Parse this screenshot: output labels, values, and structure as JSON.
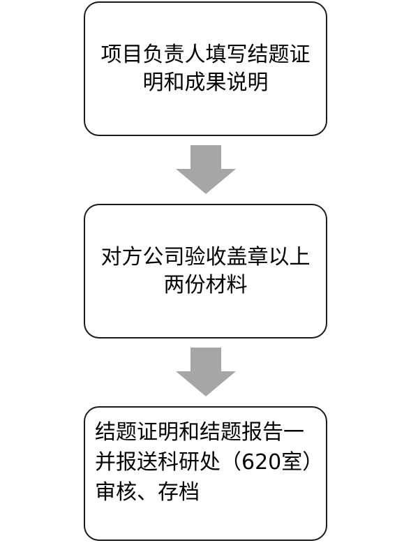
{
  "flow": {
    "steps": [
      {
        "text": "项目负责人填写结题证明和成果说明"
      },
      {
        "text": "对方公司验收盖章以上两份材料"
      },
      {
        "text": "结题证明和结题报告一并报送科研处（620室）审核、存档"
      }
    ],
    "colors": {
      "box_border": "#1a1a1a",
      "box_fill": "#ffffff",
      "arrow_fill": "#a6a6a6",
      "text": "#000000"
    },
    "arrow_icon": "down-arrow-icon"
  }
}
